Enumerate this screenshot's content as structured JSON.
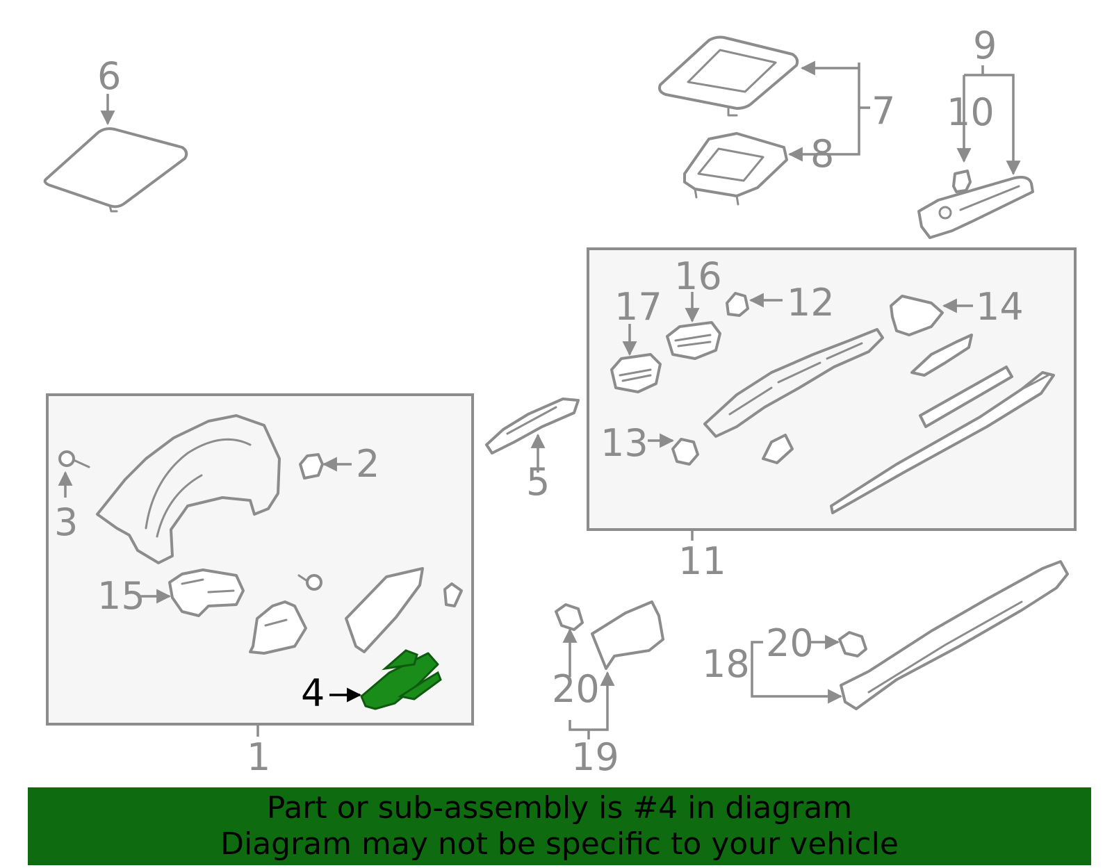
{
  "highlight_color": "#1a8c1a",
  "banner": {
    "color": "#0f6b0f",
    "line1": "Part or sub-assembly is #4 in diagram",
    "line2": "Diagram may not be specific to your vehicle"
  },
  "callouts": {
    "n1": "1",
    "n2": "2",
    "n3": "3",
    "n4": "4",
    "n5": "5",
    "n6": "6",
    "n7": "7",
    "n8": "8",
    "n9": "9",
    "n10": "10",
    "n11": "11",
    "n12": "12",
    "n13": "13",
    "n14": "14",
    "n15": "15",
    "n16": "16",
    "n17": "17",
    "n18": "18",
    "n19": "19",
    "n20a": "20",
    "n20b": "20"
  },
  "highlighted_part": "4"
}
